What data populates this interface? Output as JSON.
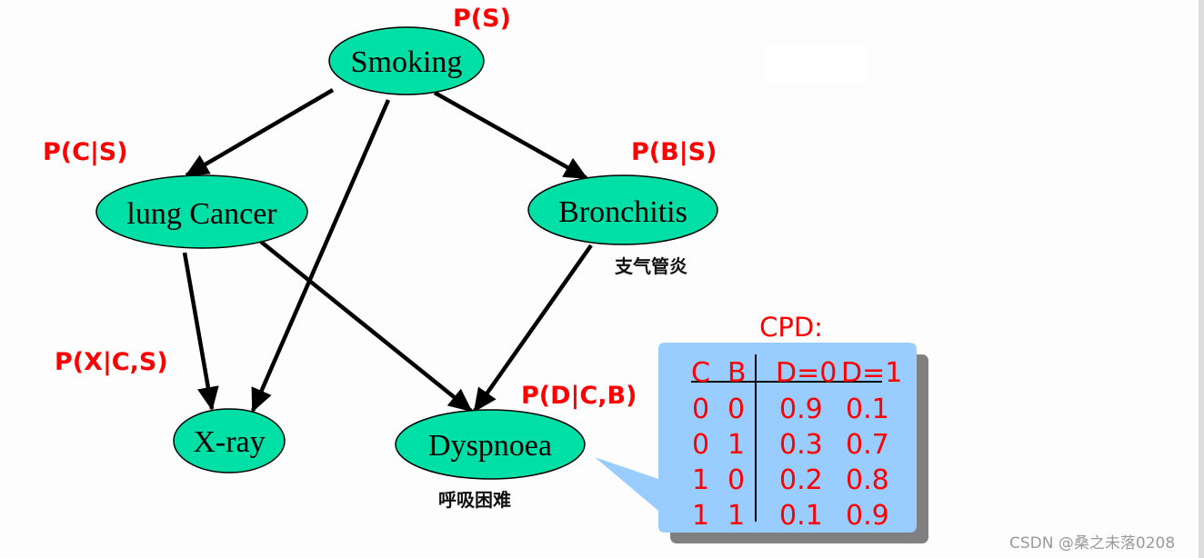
{
  "nodes": {
    "smoking": "Smoking",
    "lung_cancer": "lung Cancer",
    "bronchitis": "Bronchitis",
    "xray": "X-ray",
    "dyspnoea": "Dyspnoea"
  },
  "node_chinese": {
    "bronchitis": "支气管炎",
    "dyspnoea": "呼吸困难"
  },
  "probabilities": {
    "smoking": "P(S)",
    "lung_cancer": "P(C|S)",
    "bronchitis": "P(B|S)",
    "xray": "P(X|C,S)",
    "dyspnoea": "P(D|C,B)"
  },
  "edges": [
    {
      "from": "Smoking",
      "to": "lung Cancer"
    },
    {
      "from": "Smoking",
      "to": "Bronchitis"
    },
    {
      "from": "Smoking",
      "to": "X-ray"
    },
    {
      "from": "lung Cancer",
      "to": "X-ray"
    },
    {
      "from": "lung Cancer",
      "to": "Dyspnoea"
    },
    {
      "from": "Bronchitis",
      "to": "Dyspnoea"
    }
  ],
  "cpd": {
    "title": "CPD:",
    "headers": [
      "C",
      "B",
      "D=0",
      "D=1"
    ],
    "rows": [
      [
        "0",
        "0",
        "0.9",
        "0.1"
      ],
      [
        "0",
        "1",
        "0.3",
        "0.7"
      ],
      [
        "1",
        "0",
        "0.2",
        "0.8"
      ],
      [
        "1",
        "1",
        "0.1",
        "0.9"
      ]
    ]
  },
  "colors": {
    "node_fill": "#00e0a6",
    "probability_text": "#ff0000",
    "callout_fill": "#99ccff",
    "callout_shadow": "#808080"
  },
  "watermark": "CSDN @桑之未落0208"
}
